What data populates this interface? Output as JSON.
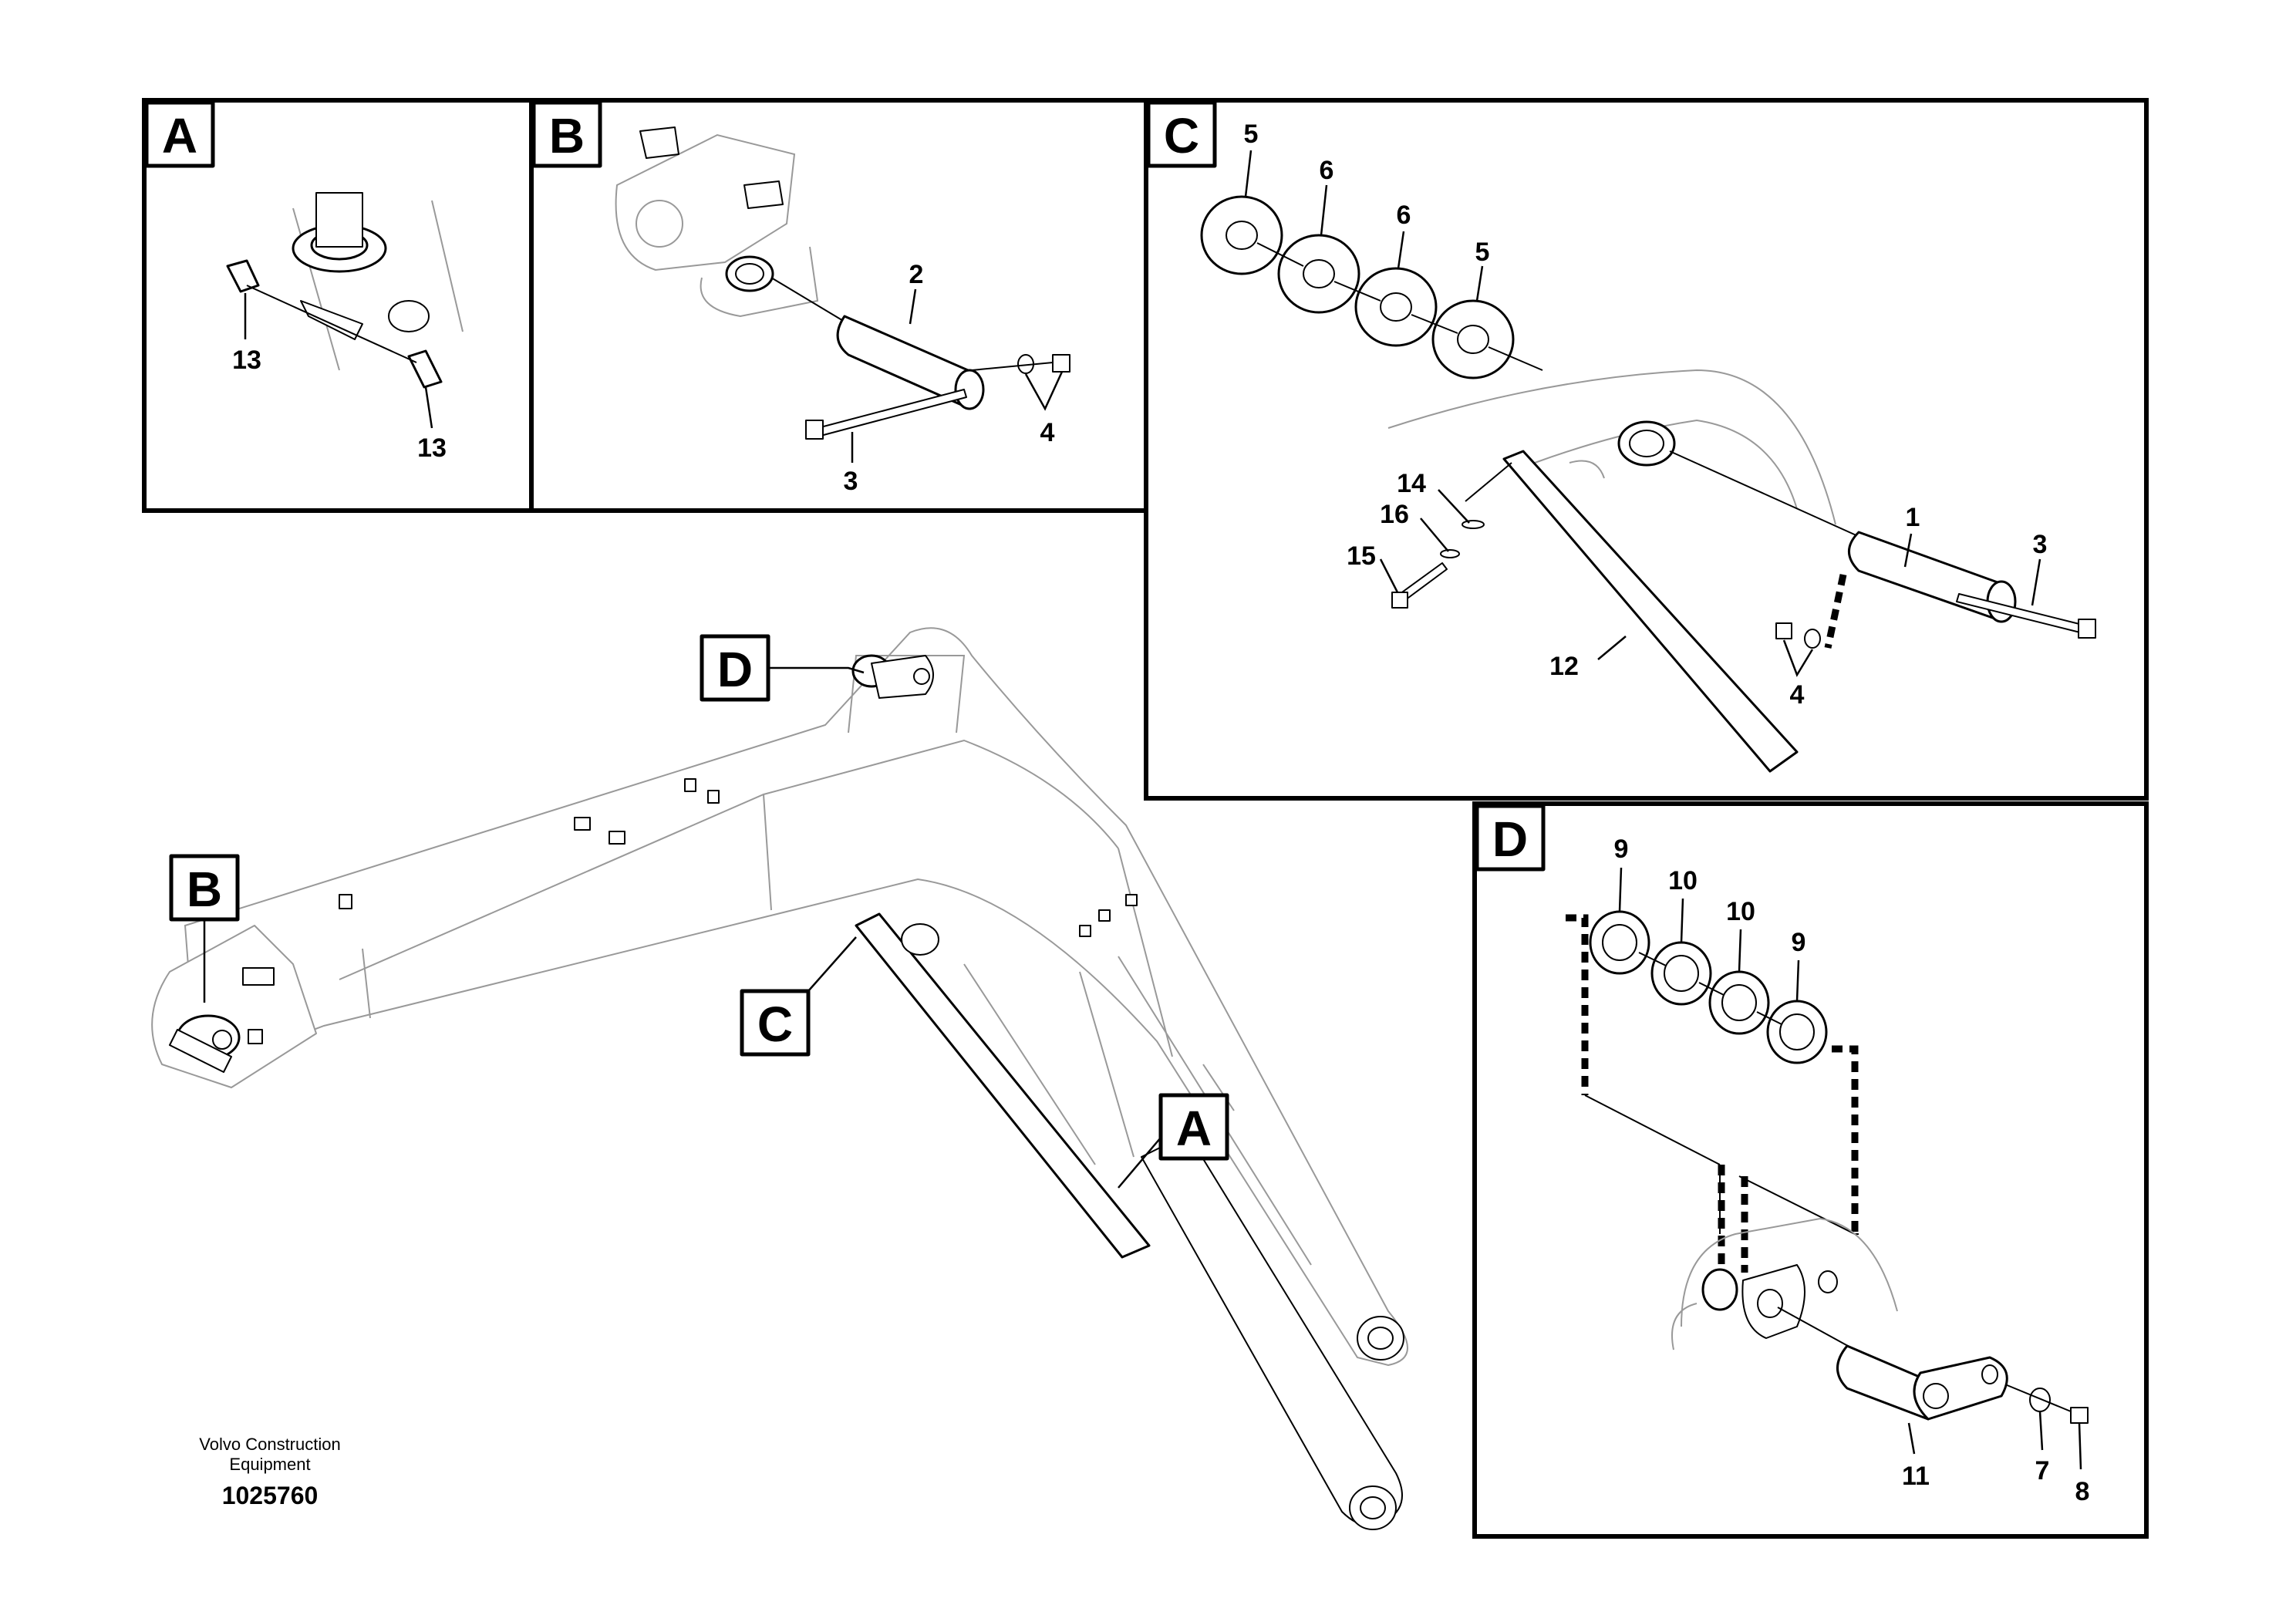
{
  "panels": [
    {
      "letter": "A",
      "callouts": [
        "13",
        "13"
      ]
    },
    {
      "letter": "B",
      "callouts": [
        "2",
        "3",
        "4"
      ]
    },
    {
      "letter": "C",
      "callouts": [
        "5",
        "6",
        "6",
        "5",
        "14",
        "16",
        "15",
        "1",
        "3",
        "4",
        "12"
      ]
    },
    {
      "letter": "D",
      "callouts": [
        "9",
        "10",
        "10",
        "9",
        "11",
        "7",
        "8"
      ]
    }
  ],
  "main_view": {
    "labels": [
      "D",
      "B",
      "C",
      "A"
    ]
  },
  "credit": {
    "line1": "Volvo Construction",
    "line2": "Equipment",
    "doc_number": "1025760"
  }
}
